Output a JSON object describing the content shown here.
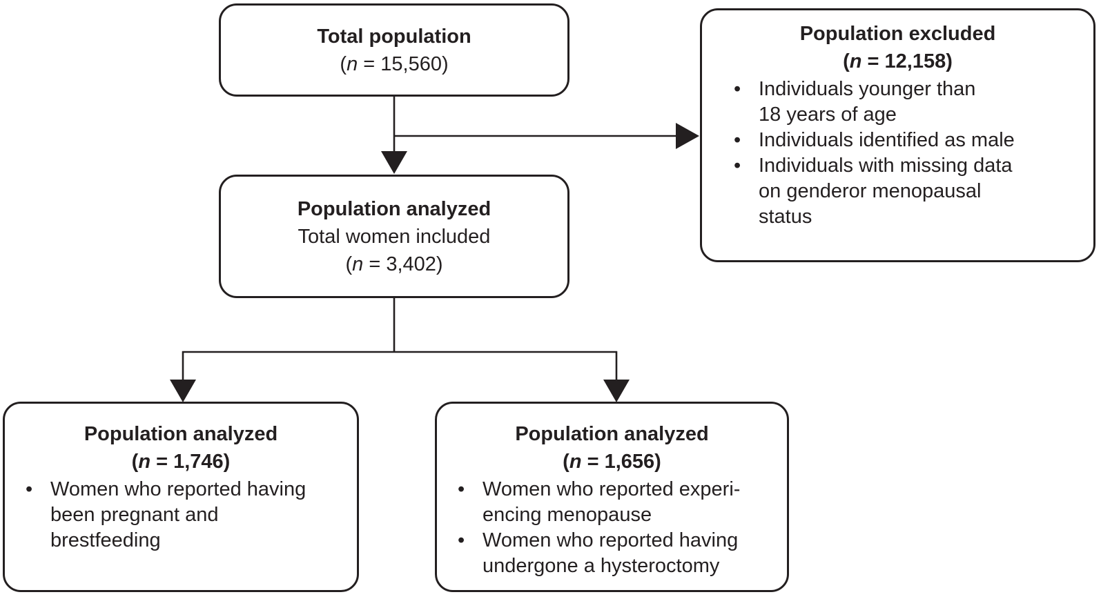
{
  "colors": {
    "ink": "#231f20",
    "background": "#ffffff"
  },
  "glyphs": {
    "bullet": "•"
  },
  "boxes": {
    "total_population": {
      "title": "Total population",
      "n_parts": [
        "(",
        "n",
        " = 15,560)"
      ]
    },
    "population_excluded": {
      "title": "Population excluded",
      "n_parts": [
        "(",
        "n",
        " = 12,158)"
      ],
      "bullets": [
        "Individuals younger than\n18 years of age",
        "Individuals identified as male",
        "Individuals with missing data\non genderor menopausal\nstatus"
      ]
    },
    "population_analyzed": {
      "title": "Population analyzed",
      "subtitle": "Total women included",
      "n_parts": [
        "(",
        "n",
        " = 3,402)"
      ]
    },
    "analyzed_pregnant": {
      "title": "Population analyzed",
      "n_parts": [
        "(",
        "n",
        " = 1,746)"
      ],
      "bullets": [
        "Women who reported having\nbeen pregnant and\nbrestfeeding"
      ]
    },
    "analyzed_menopause": {
      "title": "Population analyzed",
      "n_parts": [
        "(",
        "n",
        " = 1,656)"
      ],
      "bullets": [
        "Women who reported experi-\nencing menopause",
        "Women who reported having\nundergone a hysteroctomy"
      ]
    }
  }
}
